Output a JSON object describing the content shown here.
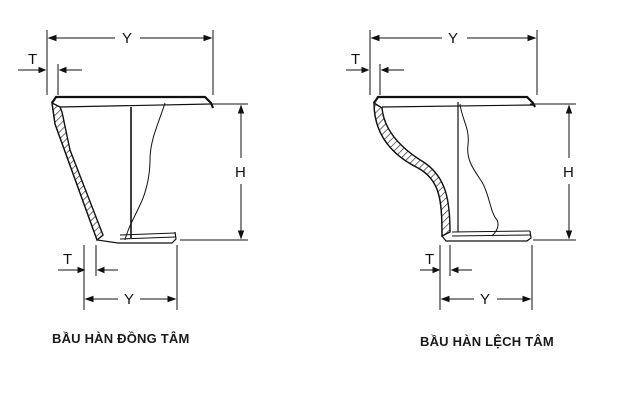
{
  "figures": [
    {
      "caption": "BẦU HÀN ĐỒNG TÂM",
      "labels": {
        "top_width": "Y",
        "top_thickness": "T",
        "height": "H",
        "bottom_thickness": "T",
        "bottom_width": "Y"
      }
    },
    {
      "caption": "BẦU HÀN LỆCH TÂM",
      "labels": {
        "top_width": "Y",
        "top_thickness": "T",
        "height": "H",
        "bottom_thickness": "T",
        "bottom_width": "Y"
      }
    }
  ],
  "colors": {
    "line": "#111111",
    "hatch": "#333333",
    "background": "#ffffff"
  }
}
